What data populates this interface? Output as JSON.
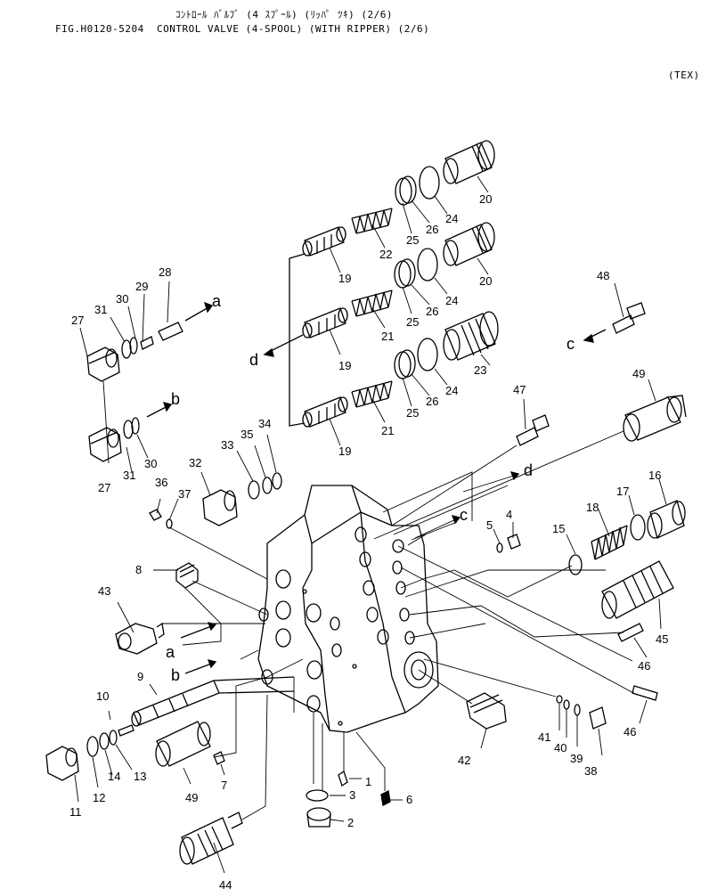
{
  "header": {
    "jp_title": "ｺﾝﾄﾛｰﾙ ﾊﾞﾙﾌﾞ (4 ｽﾌﾟｰﾙ) (ﾘｯﾊﾟ ﾂｷ) (2/6)",
    "en_title": "FIG.H0120-5204  CONTROL VALVE (4-SPOOL) (WITH RIPPER) (2/6)",
    "variant": "(TEX)"
  },
  "part_numbers": [
    "1",
    "2",
    "3",
    "4",
    "5",
    "6",
    "7",
    "8",
    "9",
    "10",
    "11",
    "12",
    "13",
    "14",
    "15",
    "16",
    "17",
    "18",
    "19",
    "19",
    "19",
    "20",
    "20",
    "21",
    "21",
    "22",
    "23",
    "24",
    "24",
    "24",
    "25",
    "25",
    "25",
    "26",
    "26",
    "26",
    "27",
    "27",
    "28",
    "29",
    "30",
    "30",
    "31",
    "31",
    "32",
    "33",
    "34",
    "35",
    "36",
    "37",
    "38",
    "39",
    "40",
    "41",
    "42",
    "43",
    "44",
    "45",
    "46",
    "46",
    "47",
    "48",
    "49",
    "49"
  ],
  "connection_letters": [
    "a",
    "a",
    "b",
    "b",
    "c",
    "c",
    "d",
    "d"
  ]
}
